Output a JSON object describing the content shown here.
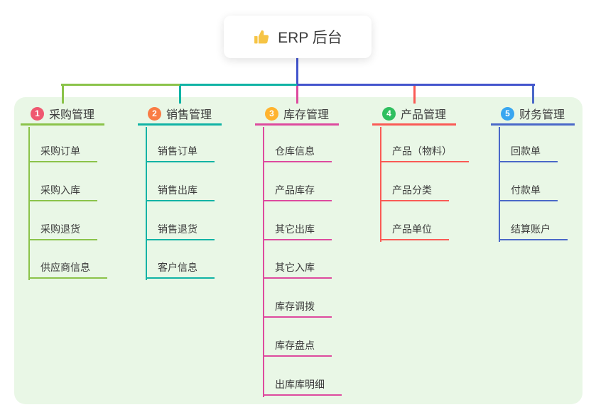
{
  "root": {
    "label": "ERP 后台",
    "icon": "thumbs-up"
  },
  "connector": {
    "trunk_color": "#4355cd"
  },
  "panel_color": "#e9f7e6",
  "branches": [
    {
      "num": "1",
      "label": "采购管理",
      "badge_color": "#ef5870",
      "line_color": "#8bc34a",
      "items": [
        "采购订单",
        "采购入库",
        "采购退货",
        "供应商信息"
      ]
    },
    {
      "num": "2",
      "label": "销售管理",
      "badge_color": "#f97c45",
      "line_color": "#10b3a5",
      "items": [
        "销售订单",
        "销售出库",
        "销售退货",
        "客户信息"
      ]
    },
    {
      "num": "3",
      "label": "库存管理",
      "badge_color": "#ffb32e",
      "line_color": "#dd4a9e",
      "items": [
        "仓库信息",
        "产品库存",
        "其它出库",
        "其它入库",
        "库存调拨",
        "库存盘点",
        "出库库明细"
      ]
    },
    {
      "num": "4",
      "label": "产品管理",
      "badge_color": "#2fbf5f",
      "line_color": "#fa5a55",
      "items": [
        "产品（物料）",
        "产品分类",
        "产品单位"
      ]
    },
    {
      "num": "5",
      "label": "财务管理",
      "badge_color": "#38a6f0",
      "line_color": "#4a68c8",
      "items": [
        "回款单",
        "付款单",
        "结算账户"
      ]
    }
  ]
}
